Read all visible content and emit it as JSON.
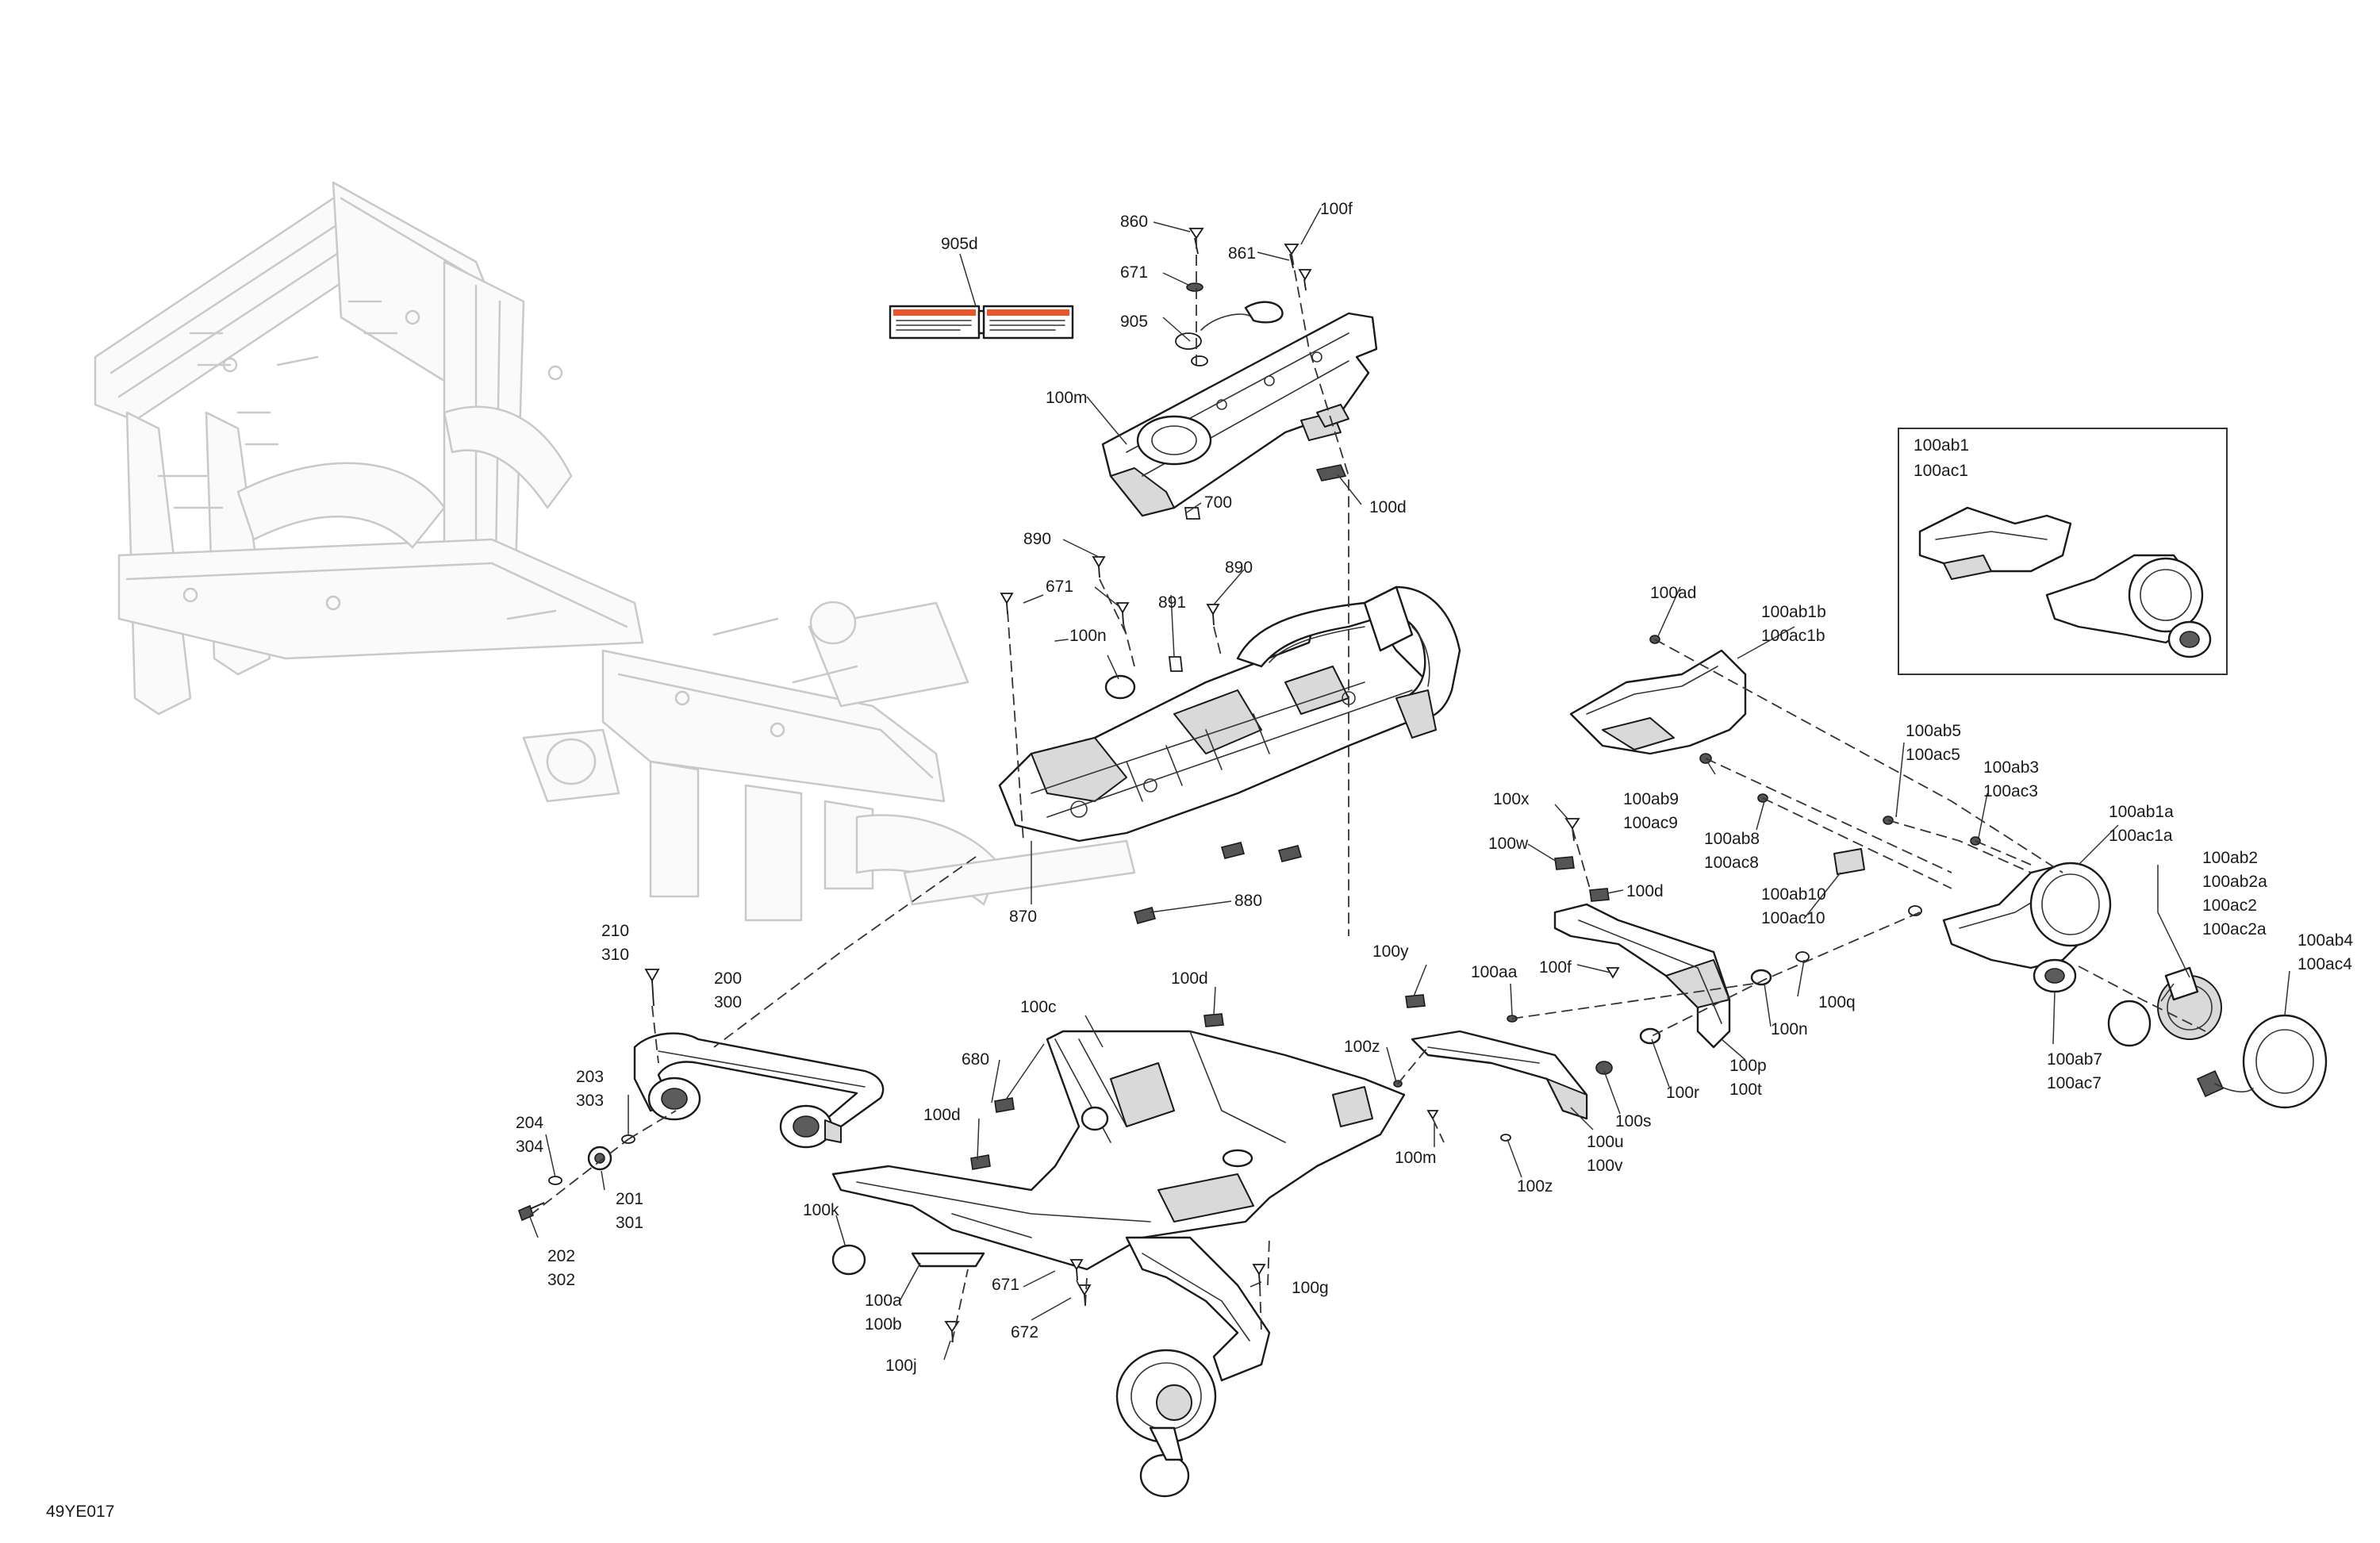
{
  "figure_code": "49YE017",
  "colors": {
    "line": "#1a1a1a",
    "ghost_frame": "#c9c9c9",
    "decal_orange": "#e8562a"
  },
  "callouts": [
    {
      "id": "c-905d",
      "text": "905d"
    },
    {
      "id": "c-860",
      "text": "860"
    },
    {
      "id": "c-100f-top",
      "text": "100f"
    },
    {
      "id": "c-861",
      "text": "861"
    },
    {
      "id": "c-671-top",
      "text": "671"
    },
    {
      "id": "c-905",
      "text": "905"
    },
    {
      "id": "c-100m-top",
      "text": "100m"
    },
    {
      "id": "c-700",
      "text": "700"
    },
    {
      "id": "c-100d-top",
      "text": "100d"
    },
    {
      "id": "c-890-a",
      "text": "890"
    },
    {
      "id": "c-671-mid",
      "text": "671"
    },
    {
      "id": "c-890-b",
      "text": "890"
    },
    {
      "id": "c-891",
      "text": "891"
    },
    {
      "id": "c-100n-mid",
      "text": "100n"
    },
    {
      "id": "c-870",
      "text": "870"
    },
    {
      "id": "c-880",
      "text": "880"
    },
    {
      "id": "c-100ab1",
      "text": "100ab1"
    },
    {
      "id": "c-100ac1",
      "text": "100ac1"
    },
    {
      "id": "c-100ad",
      "text": "100ad"
    },
    {
      "id": "c-100ab1b",
      "text": "100ab1b"
    },
    {
      "id": "c-100ac1b",
      "text": "100ac1b"
    },
    {
      "id": "c-100ab5",
      "text": "100ab5"
    },
    {
      "id": "c-100ac5",
      "text": "100ac5"
    },
    {
      "id": "c-100ab3",
      "text": "100ab3"
    },
    {
      "id": "c-100ac3",
      "text": "100ac3"
    },
    {
      "id": "c-100ab9",
      "text": "100ab9"
    },
    {
      "id": "c-100ac9",
      "text": "100ac9"
    },
    {
      "id": "c-100ab1a",
      "text": "100ab1a"
    },
    {
      "id": "c-100ac1a",
      "text": "100ac1a"
    },
    {
      "id": "c-100x",
      "text": "100x"
    },
    {
      "id": "c-100w",
      "text": "100w"
    },
    {
      "id": "c-100ab8",
      "text": "100ab8"
    },
    {
      "id": "c-100ac8",
      "text": "100ac8"
    },
    {
      "id": "c-100d-mid",
      "text": "100d"
    },
    {
      "id": "c-100ab10",
      "text": "100ab10"
    },
    {
      "id": "c-100ac10",
      "text": "100ac10"
    },
    {
      "id": "c-100ab2",
      "text": "100ab2"
    },
    {
      "id": "c-100ab2a",
      "text": "100ab2a"
    },
    {
      "id": "c-100ac2",
      "text": "100ac2"
    },
    {
      "id": "c-100ac2a",
      "text": "100ac2a"
    },
    {
      "id": "c-100ab4",
      "text": "100ab4"
    },
    {
      "id": "c-100ac4",
      "text": "100ac4"
    },
    {
      "id": "c-210",
      "text": "210"
    },
    {
      "id": "c-310",
      "text": "310"
    },
    {
      "id": "c-200",
      "text": "200"
    },
    {
      "id": "c-300",
      "text": "300"
    },
    {
      "id": "c-100y",
      "text": "100y"
    },
    {
      "id": "c-100aa",
      "text": "100aa"
    },
    {
      "id": "c-100f-mid",
      "text": "100f"
    },
    {
      "id": "c-100d-low",
      "text": "100d"
    },
    {
      "id": "c-100c",
      "text": "100c"
    },
    {
      "id": "c-100q",
      "text": "100q"
    },
    {
      "id": "c-100n-low",
      "text": "100n"
    },
    {
      "id": "c-100z-a",
      "text": "100z"
    },
    {
      "id": "c-100p",
      "text": "100p"
    },
    {
      "id": "c-100t",
      "text": "100t"
    },
    {
      "id": "c-100ab7",
      "text": "100ab7"
    },
    {
      "id": "c-100ac7",
      "text": "100ac7"
    },
    {
      "id": "c-680",
      "text": "680"
    },
    {
      "id": "c-203",
      "text": "203"
    },
    {
      "id": "c-303",
      "text": "303"
    },
    {
      "id": "c-100r",
      "text": "100r"
    },
    {
      "id": "c-100s",
      "text": "100s"
    },
    {
      "id": "c-100d-left",
      "text": "100d"
    },
    {
      "id": "c-204",
      "text": "204"
    },
    {
      "id": "c-304",
      "text": "304"
    },
    {
      "id": "c-100m-low",
      "text": "100m"
    },
    {
      "id": "c-100u",
      "text": "100u"
    },
    {
      "id": "c-100v",
      "text": "100v"
    },
    {
      "id": "c-100z-b",
      "text": "100z"
    },
    {
      "id": "c-201",
      "text": "201"
    },
    {
      "id": "c-301",
      "text": "301"
    },
    {
      "id": "c-100k",
      "text": "100k"
    },
    {
      "id": "c-202",
      "text": "202"
    },
    {
      "id": "c-302",
      "text": "302"
    },
    {
      "id": "c-100g",
      "text": "100g"
    },
    {
      "id": "c-671-low",
      "text": "671"
    },
    {
      "id": "c-100a",
      "text": "100a"
    },
    {
      "id": "c-100b",
      "text": "100b"
    },
    {
      "id": "c-672",
      "text": "672"
    },
    {
      "id": "c-100j",
      "text": "100j"
    }
  ]
}
